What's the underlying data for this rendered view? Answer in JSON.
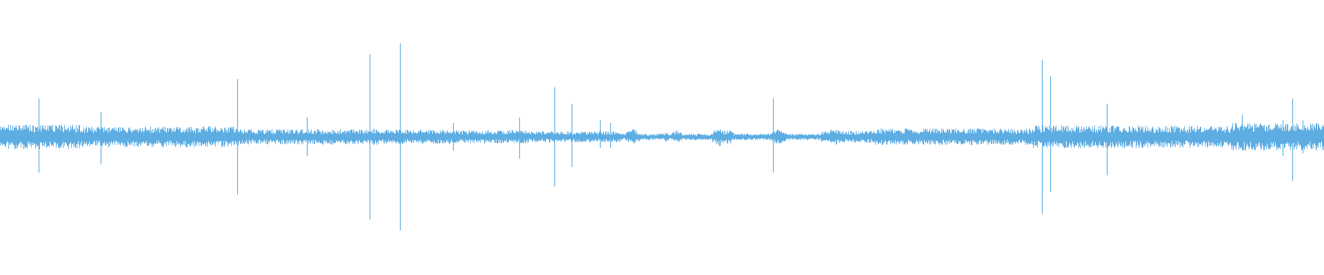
{
  "waveform": {
    "color": "#5dade2",
    "background": "#ffffff",
    "baseline_amplitude": 0.035,
    "segments": [
      {
        "from": 0.0,
        "to": 0.06,
        "level": 0.045
      },
      {
        "from": 0.06,
        "to": 0.18,
        "level": 0.038
      },
      {
        "from": 0.18,
        "to": 0.28,
        "level": 0.028
      },
      {
        "from": 0.28,
        "to": 0.34,
        "level": 0.026
      },
      {
        "from": 0.34,
        "to": 0.4,
        "level": 0.024
      },
      {
        "from": 0.4,
        "to": 0.47,
        "level": 0.02
      },
      {
        "from": 0.47,
        "to": 0.62,
        "level": 0.012
      },
      {
        "from": 0.62,
        "to": 0.66,
        "level": 0.022
      },
      {
        "from": 0.66,
        "to": 0.78,
        "level": 0.03
      },
      {
        "from": 0.78,
        "to": 0.86,
        "level": 0.042
      },
      {
        "from": 0.86,
        "to": 0.93,
        "level": 0.04
      },
      {
        "from": 0.93,
        "to": 1.0,
        "level": 0.05
      }
    ],
    "bursts": [
      {
        "at": 0.478,
        "width": 0.006,
        "level": 0.03
      },
      {
        "at": 0.511,
        "width": 0.004,
        "level": 0.026
      },
      {
        "at": 0.503,
        "width": 0.004,
        "level": 0.018
      },
      {
        "at": 0.543,
        "width": 0.006,
        "level": 0.035
      },
      {
        "at": 0.55,
        "width": 0.004,
        "level": 0.03
      },
      {
        "at": 0.588,
        "width": 0.006,
        "level": 0.03
      },
      {
        "at": 0.63,
        "width": 0.006,
        "level": 0.035
      },
      {
        "at": 0.665,
        "width": 0.006,
        "level": 0.03
      },
      {
        "at": 0.283,
        "width": 0.006,
        "level": 0.035
      },
      {
        "at": 0.329,
        "width": 0.004,
        "level": 0.03
      }
    ],
    "spikes": [
      {
        "at": 0.029,
        "up": 0.14,
        "down": 0.13
      },
      {
        "at": 0.076,
        "up": 0.09,
        "down": 0.1
      },
      {
        "at": 0.179,
        "up": 0.21,
        "down": 0.21
      },
      {
        "at": 0.232,
        "up": 0.07,
        "down": 0.07
      },
      {
        "at": 0.279,
        "up": 0.3,
        "down": 0.3
      },
      {
        "at": 0.302,
        "up": 0.34,
        "down": 0.34
      },
      {
        "at": 0.342,
        "up": 0.05,
        "down": 0.05
      },
      {
        "at": 0.392,
        "up": 0.07,
        "down": 0.08
      },
      {
        "at": 0.419,
        "up": 0.18,
        "down": 0.18
      },
      {
        "at": 0.432,
        "up": 0.12,
        "down": 0.11
      },
      {
        "at": 0.453,
        "up": 0.06,
        "down": 0.04
      },
      {
        "at": 0.461,
        "up": 0.05,
        "down": 0.04
      },
      {
        "at": 0.584,
        "up": 0.14,
        "down": 0.13
      },
      {
        "at": 0.787,
        "up": 0.28,
        "down": 0.28
      },
      {
        "at": 0.793,
        "up": 0.22,
        "down": 0.2
      },
      {
        "at": 0.836,
        "up": 0.12,
        "down": 0.14
      },
      {
        "at": 0.938,
        "up": 0.08,
        "down": 0.05
      },
      {
        "at": 0.976,
        "up": 0.14,
        "down": 0.16
      },
      {
        "at": 0.969,
        "up": 0.06,
        "down": 0.07
      },
      {
        "at": 0.984,
        "up": 0.06,
        "down": 0.06
      }
    ]
  }
}
